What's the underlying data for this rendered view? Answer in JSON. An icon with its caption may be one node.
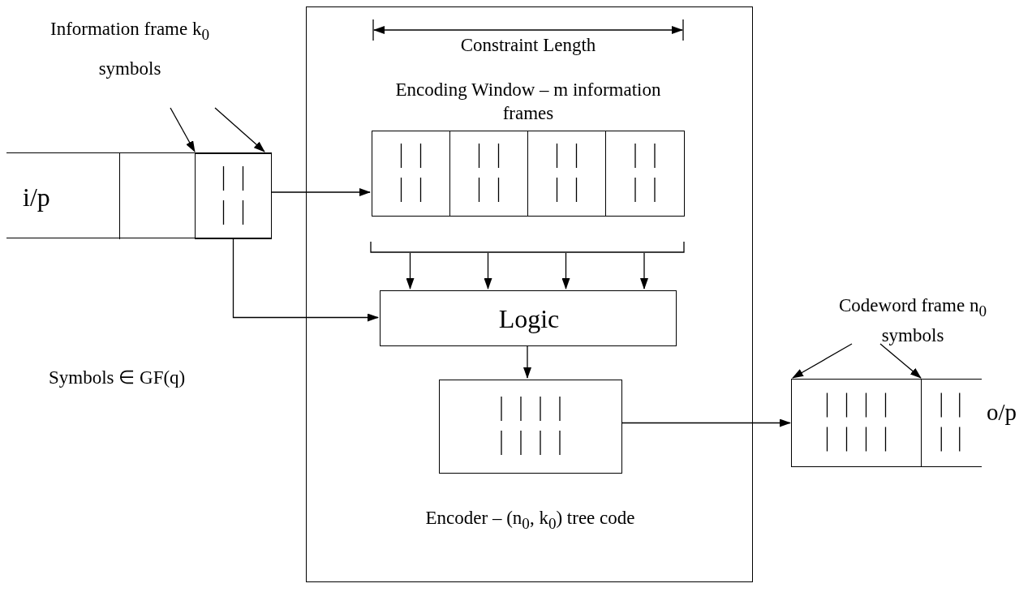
{
  "diagram": {
    "nodes": [
      {
        "text": [
          "Encoder – (n$_{0}$, k$_{0}$) tree code"
        ]
      },
      {
        "text": [
          "i/p"
        ]
      },
      {
        "text": [],
        "shape": "box",
        "in": 1
      },
      {
        "text": [],
        "shape": "box",
        "in": 1
      },
      {
        "text": [
          "Information frame k$_{0}$ symbols"
        ]
      },
      {
        "text": [
          "Encoding Window – m information frames"
        ],
        "in": 0
      },
      {
        "text": [],
        "shape": "box",
        "in": 5
      },
      {
        "text": [],
        "shape": "box",
        "in": 5
      },
      {
        "text": [],
        "shape": "box",
        "in": 5
      },
      {
        "text": [],
        "shape": "box",
        "in": 5
      },
      {
        "text": [
          "Logic"
        ],
        "in": 0
      },
      {
        "text": [],
        "shape": "box",
        "in": 0
      },
      {
        "text": [],
        "shape": "box"
      },
      {
        "text": [],
        "shape": "box"
      },
      {
        "text": [
          "Codeword frame n$_{0}$ symbols"
        ]
      }
    ],
    "edges": [
      {
        "from": 3,
        "to": 6,
        "arrow": "to"
      },
      {
        "from": 3,
        "to": 10,
        "arrow": "to"
      },
      {
        "from": 4,
        "to": 3,
        "arrow": "to"
      },
      {
        "from": 4,
        "to": 3,
        "arrow": "to"
      },
      {
        "from": 6,
        "to": 10,
        "arrow": "to"
      },
      {
        "from": 7,
        "to": 10,
        "arrow": "to"
      },
      {
        "from": 8,
        "to": 10,
        "arrow": "to"
      },
      {
        "from": 9,
        "to": 10,
        "arrow": "to"
      },
      {
        "from": 10,
        "to": 11,
        "arrow": "to"
      },
      {
        "from": 11,
        "to": 12,
        "arrow": "to"
      },
      {
        "from": 14,
        "to": 12,
        "arrow": "to"
      },
      {
        "from": 14,
        "to": 12,
        "arrow": "to"
      }
    ],
    "labels": [
      "Constraint Length",
      "Symbols ∈ GF(q)",
      "o/p"
    ]
  }
}
